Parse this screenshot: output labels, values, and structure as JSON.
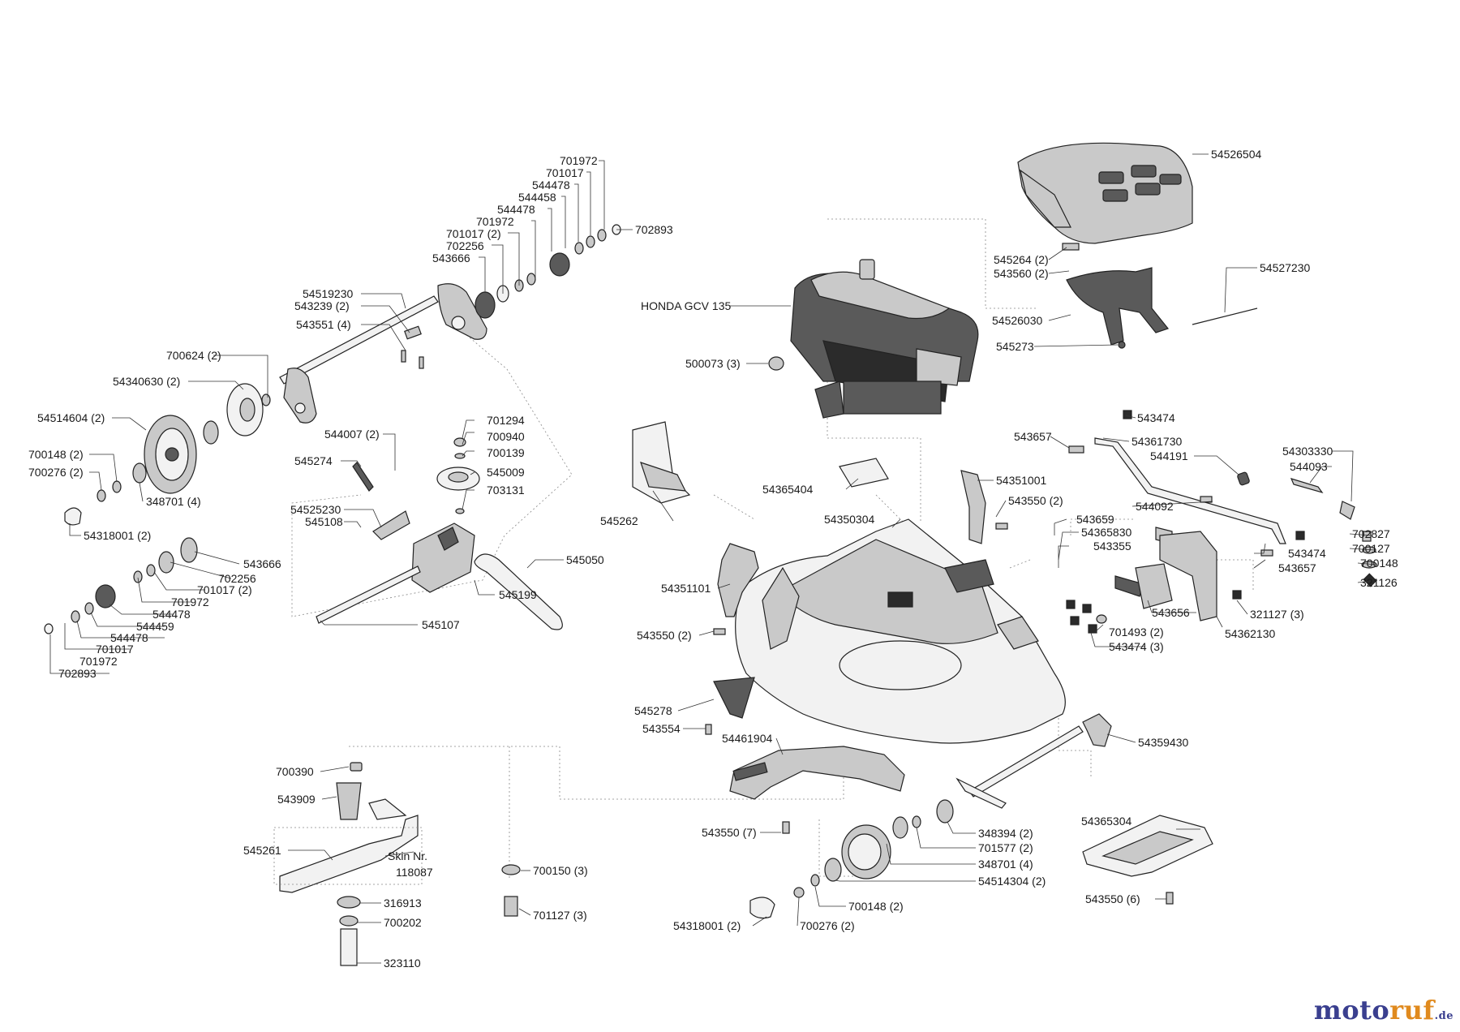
{
  "labels": {
    "p701972a": "701972",
    "p701017a": "701017",
    "p544478a": "544478",
    "p544458": "544458",
    "p544478b": "544478",
    "p701972b": "701972",
    "p701017_2a": "701017 (2)",
    "p702256a": "702256",
    "p543666a": "543666",
    "p702893a": "702893",
    "p54519230": "54519230",
    "p543239": "543239  (2)",
    "p543551": "543551 (4)",
    "p700624": "700624 (2)",
    "p54340630": "54340630 (2)",
    "p54514604": "54514604 (2)",
    "p700148_2a": "700148 (2)",
    "p700276_2a": "700276 (2)",
    "p348701_4a": "348701 (4)",
    "p54318001a": "54318001 (2)",
    "p544007": "544007 (2)",
    "p545274": "545274",
    "p701294": "701294",
    "p700940": "700940",
    "p700139": "700139",
    "p545009": "545009",
    "p703131": "703131",
    "p54525230": "54525230",
    "p545108": "545108",
    "p543666b": "543666",
    "p702256b": "702256",
    "p701017_2b": "701017 (2)",
    "p701972c": "701972",
    "p544478c": "544478",
    "p544459": "544459",
    "p544478d": "544478",
    "p701017b": "701017",
    "p701972d": "701972",
    "p702893b": "702893",
    "p545050": "545050",
    "p545199": "545199",
    "p545107": "545107",
    "honda": "HONDA GCV 135",
    "p500073": "500073 (3)",
    "p54526504": "54526504",
    "p545264": "545264 (2)",
    "p543560": "543560 (2)",
    "p54527230": "54527230",
    "p54526030": "54526030",
    "p545273": "545273",
    "p543474a": "543474",
    "p543657a": "543657",
    "p54361730": "54361730",
    "p544191": "544191",
    "p54303330": "54303330",
    "p544093": "544093",
    "p54365404": "54365404",
    "p54351001a": "54351001",
    "p543550_2a": "543550 (2)",
    "p545262": "545262",
    "p54350304": "54350304",
    "p543659": "543659",
    "p54365830": "54365830",
    "p544092": "544092",
    "p543355": "543355",
    "p702827": "702827",
    "p543474b": "543474",
    "p700127": "700127",
    "p543657b": "543657",
    "p700148b": "700148",
    "p321126": "321126",
    "p54351101": "54351101",
    "p543656": "543656",
    "p321127": "321127 (3)",
    "p543550_2b": "543550 (2)",
    "p701493": "701493 (2)",
    "p54362130": "54362130",
    "p543474_3": "543474 (3)",
    "p545278": "545278",
    "p543554": "543554",
    "p54461904": "54461904",
    "p54359430": "54359430",
    "p700390": "700390",
    "p543909": "543909",
    "p545261": "545261",
    "skin1": "Skin Nr.",
    "skin2": "118087",
    "p316913": "316913",
    "p700202": "700202",
    "p323110": "323110",
    "p700150": "700150 (3)",
    "p701127": "701127 (3)",
    "p543550_7": "543550 (7)",
    "p348394": "348394 (2)",
    "p701577": "701577 (2)",
    "p348701_4b": "348701 (4)",
    "p54514304": "54514304 (2)",
    "p700148_2b": "700148 (2)",
    "p700276_2b": "700276 (2)",
    "p54318001b": "54318001 (2)",
    "p54365304": "54365304",
    "p543550_6": "543550 (6)"
  },
  "watermark": {
    "brand_a": "moto",
    "brand_b": "ruf",
    "suffix": ".de"
  },
  "colors": {
    "line": "#333333",
    "part_fill": "#c9c9c9",
    "part_dark": "#5a5a5a",
    "brand_blue": "#3a3f8f",
    "brand_orange": "#e08a1e"
  }
}
